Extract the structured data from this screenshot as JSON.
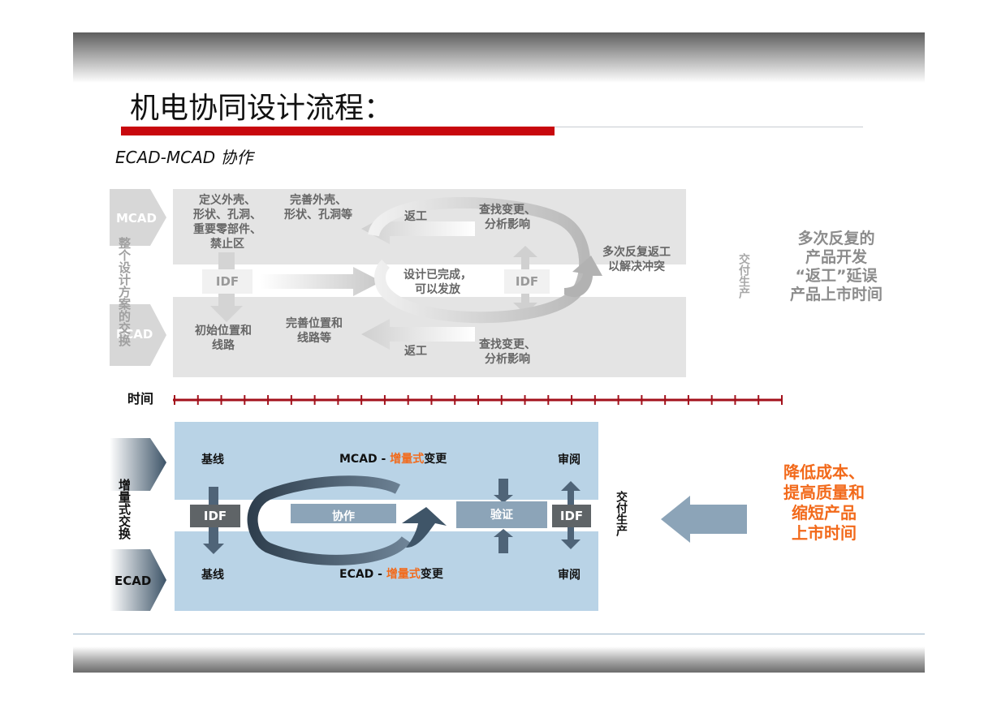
{
  "slide": {
    "title": "机电协同设计流程：",
    "subtitle": "ECAD-MCAD 协作"
  },
  "top_diagram": {
    "mcad_tag": "MCAD",
    "ecad_tag": "ECAD",
    "vertical_label": "整个设计方案的交换",
    "define": "定义外壳、\n形状、孔洞、\n重要零部件、\n禁止区",
    "refine_mcad": "完善外壳、\n形状、孔洞等",
    "rework_top": "返工",
    "find_change_top": "查找变更、\n分析影响",
    "idf_left": "IDF",
    "design_done": "设计已完成，\n可以发放",
    "idf_right": "IDF",
    "multi_rework": "多次反复返工\n以解决冲突",
    "initial_place": "初始位置和\n线路",
    "refine_ecad": "完善位置和\n线路等",
    "rework_bottom": "返工",
    "find_change_bottom": "查找变更、\n分析影响",
    "deliver": "交付生产",
    "note": "多次反复的\n产品开发\n“返工”延误\n产品上市时间"
  },
  "timeline": {
    "label": "时间"
  },
  "bottom_diagram": {
    "vertical_label": "增量式交换",
    "ecad_tag": "ECAD",
    "baseline_top": "基线",
    "mcad_change_prefix": "MCAD - ",
    "mcad_change_highlight": "增量式",
    "mcad_change_suffix": "变更",
    "review_top": "审阅",
    "idf_left": "IDF",
    "collab": "协作",
    "verify": "验证",
    "idf_right": "IDF",
    "baseline_bottom": "基线",
    "ecad_change_prefix": "ECAD - ",
    "ecad_change_highlight": "增量式",
    "ecad_change_suffix": "变更",
    "review_bottom": "审阅",
    "deliver": "交付生产",
    "benefit": "降低成本、\n提高质量和\n缩短产品\n上市时间"
  },
  "colors": {
    "accent_red": "#c8080e",
    "accent_orange": "#f26a1b",
    "timeline": "#a3111b",
    "panel_blue": "#b9d3e6",
    "arrow_slate": "#4f6478"
  }
}
